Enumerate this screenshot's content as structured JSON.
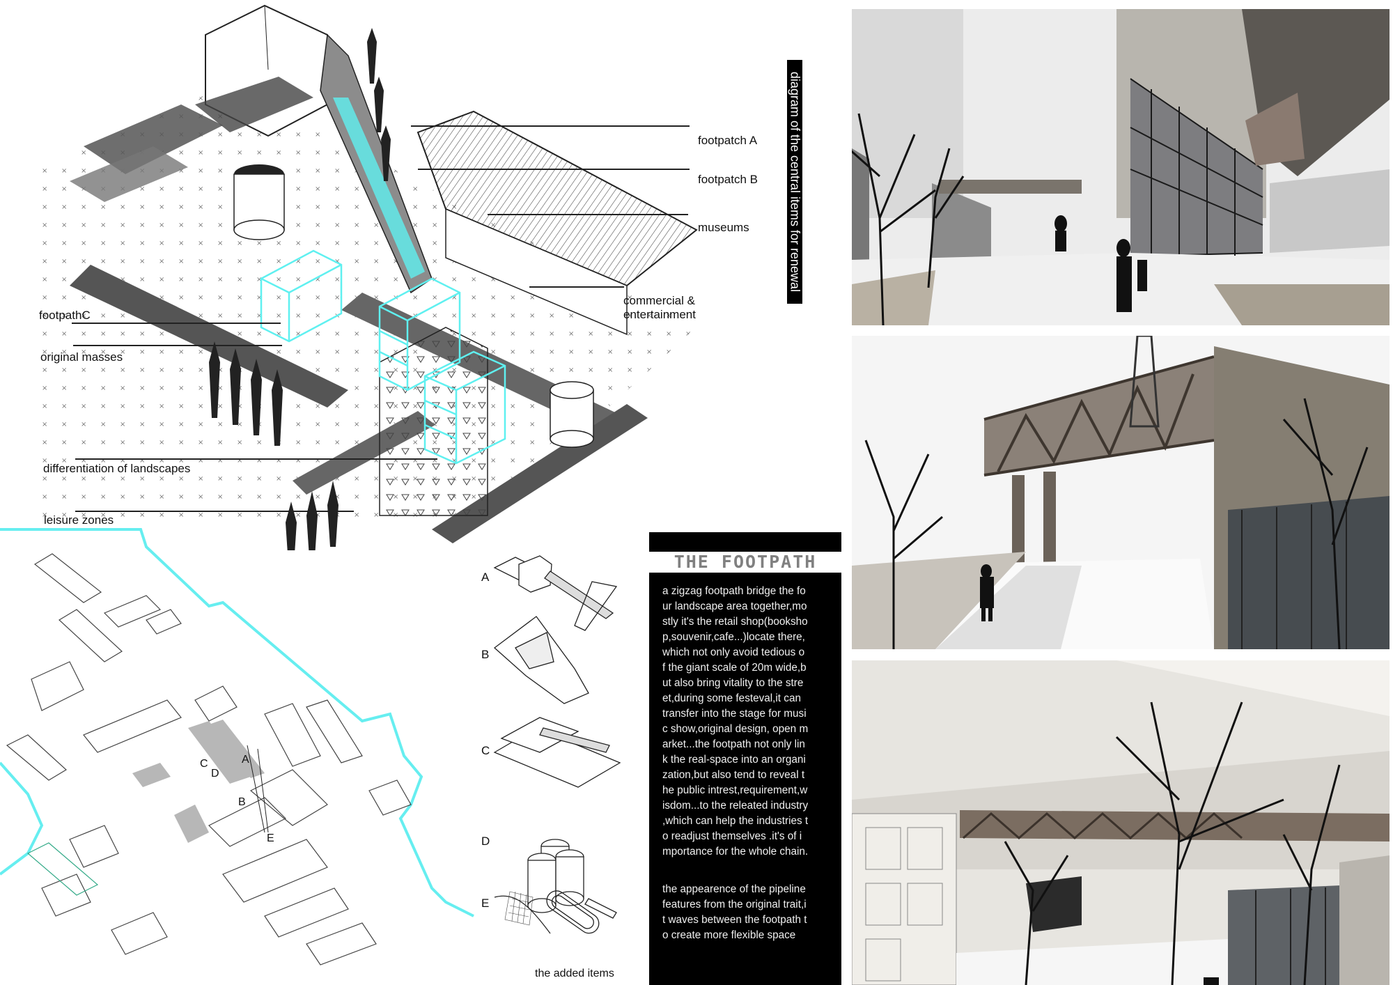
{
  "axonometric": {
    "title": "diagram of the central items for renewal",
    "labels": {
      "footpath_a": "footpatch A",
      "footpath_b": "footpatch B",
      "museums": "museums",
      "commercial_1": "commercial &",
      "commercial_2": "entertainment",
      "footpath_c": "footpathC",
      "original_masses": "original masses",
      "differentiation": "differentiation of landscapes",
      "leisure": "leisure zones"
    },
    "colors": {
      "highlight": "#5ff0f0",
      "mass_dark": "#555555",
      "mass_mid": "#8a8a8a",
      "line": "#111111"
    }
  },
  "site_plan": {
    "markers": [
      "A",
      "B",
      "C",
      "D",
      "E"
    ],
    "boundary_color": "#66eef0"
  },
  "added_items": {
    "letters": [
      "A",
      "B",
      "C",
      "D",
      "E"
    ],
    "caption": "the added items"
  },
  "footpath_panel": {
    "title": "THE FOOTPATH",
    "paragraph1": "a zigzag footpath bridge the fo\nur landscape area together,mo\nstly it's the retail shop(booksho\np,souvenir,cafe...)locate there,\nwhich not only avoid tedious o\nf the giant scale of 20m wide,b\nut also bring vitality to the stre\net,during some festeval,it can\ntransfer into the stage for musi\nc show,original design, open m\narket...the footpath not only lin\nk the real-space into an organi\nzation,but also tend to reveal t\nhe public intrest,requirement,w\nisdom...to the releated industry\n,which can help the industries t\no readjust themselves .it's of i\nmportance for the whole chain.",
    "paragraph2": "the appearence of the pipeline\nfeatures from the original trait,i\nt waves between the footpath t\no create more flexible space"
  },
  "renders": [
    {
      "name": "street-view-glass-building"
    },
    {
      "name": "footbridge-truss-view"
    },
    {
      "name": "museum-facade-bridge-view"
    }
  ]
}
